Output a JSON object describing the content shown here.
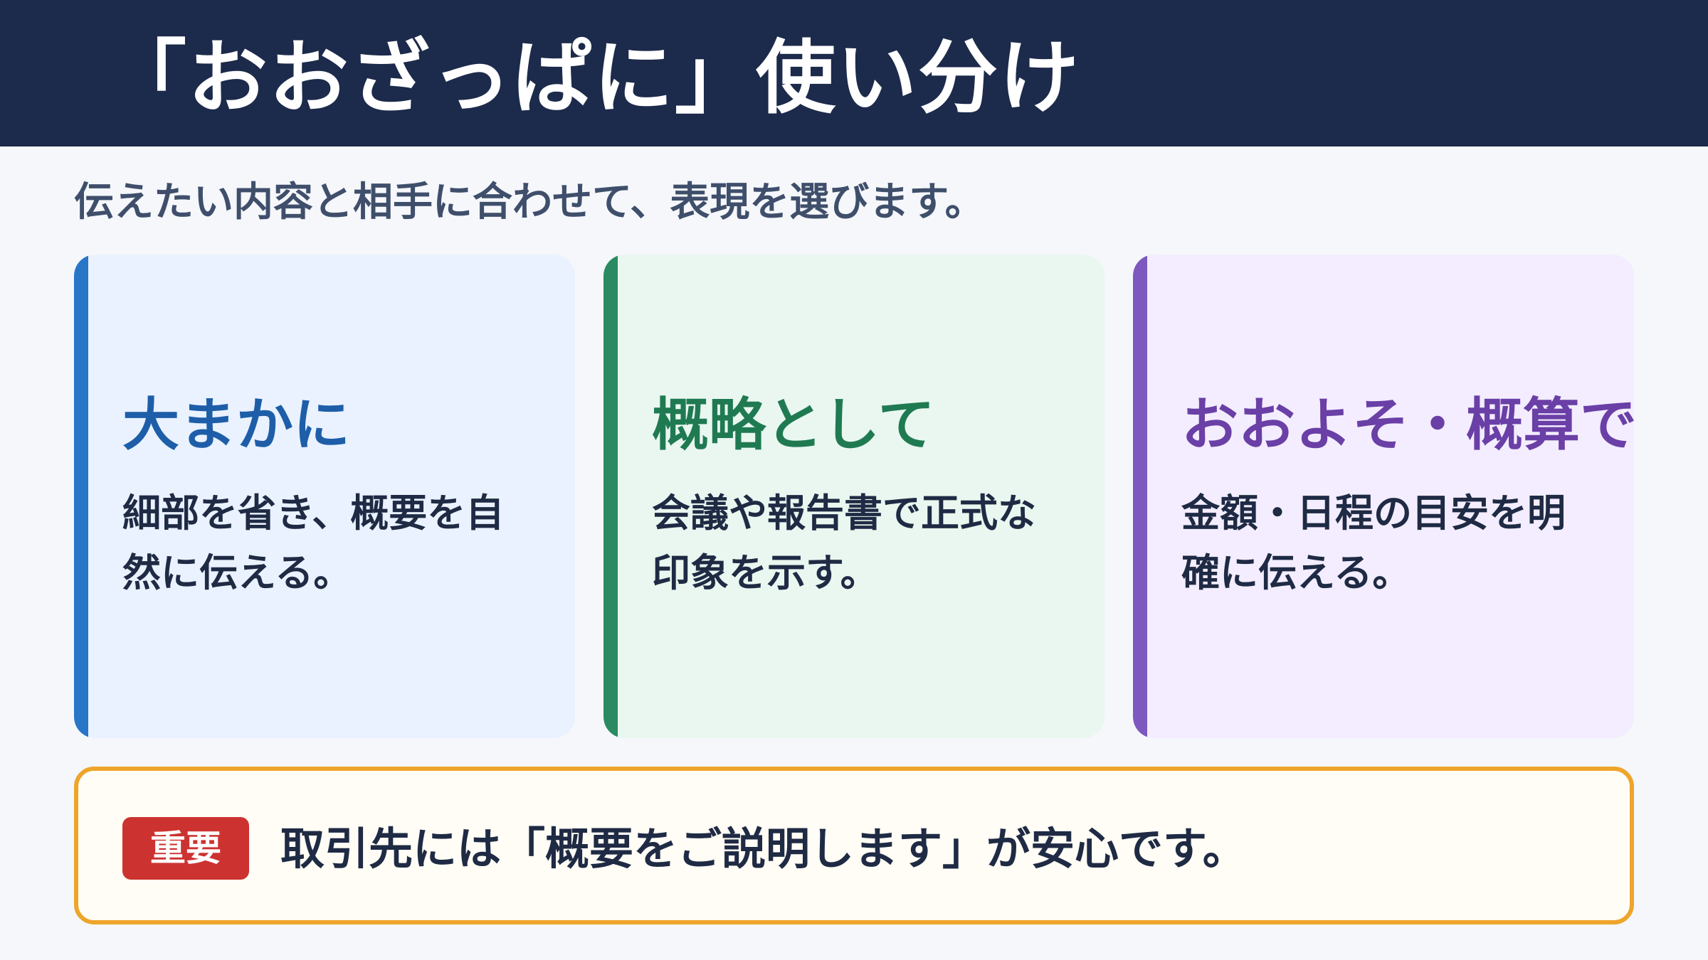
{
  "header": {
    "title": "「おおざっぱに」使い分け"
  },
  "subtitle": "伝えたい内容と相手に合わせて、表現を選びます。",
  "cards": [
    {
      "title": "大まかに",
      "body_line1": "細部を省き、概要を自",
      "body_line2": "然に伝える。"
    },
    {
      "title": "概略として",
      "body_line1": "会議や報告書で正式な",
      "body_line2": "印象を示す。"
    },
    {
      "title": "おおよそ・概算で",
      "body_line1": "金額・日程の目安を明",
      "body_line2": "確に伝える。"
    }
  ],
  "note": {
    "badge": "重要",
    "text": "取引先には「概要をご説明します」が安心です。"
  },
  "colors": {
    "header_bg": "#1c2a4b",
    "card1_accent": "#2776c8",
    "card2_accent": "#2a8a62",
    "card3_accent": "#7d58be",
    "note_border": "#eea52b",
    "badge_bg": "#cc3330"
  }
}
